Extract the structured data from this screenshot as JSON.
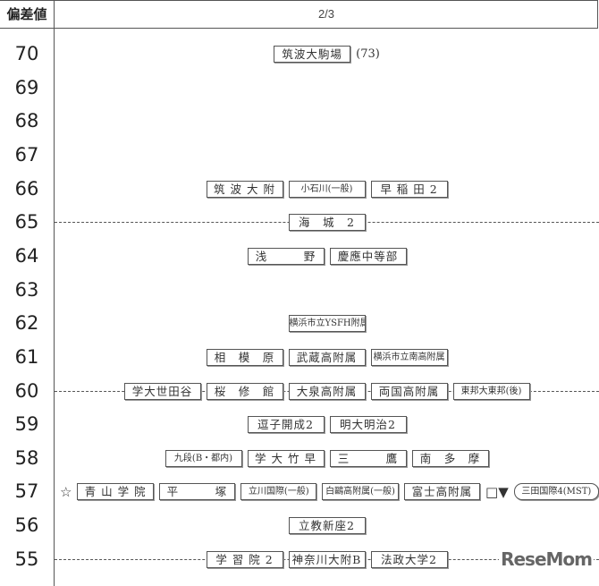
{
  "header": {
    "label": "偏差値",
    "page": "2/3"
  },
  "logo": "ReseMom",
  "rows": [
    {
      "score": "70",
      "items": [
        {
          "t": "筑波大駒場"
        }
      ],
      "suffix": "(73)"
    },
    {
      "score": "69",
      "items": []
    },
    {
      "score": "68",
      "items": []
    },
    {
      "score": "67",
      "items": []
    },
    {
      "score": "66",
      "items": [
        {
          "t": "筑 波 大 附"
        },
        {
          "t": "小石川(一般)",
          "sm": true
        },
        {
          "t": "早 稲 田 2"
        }
      ]
    },
    {
      "score": "65",
      "dashed": true,
      "items": [
        {
          "t": "海　城　2"
        }
      ]
    },
    {
      "score": "64",
      "items": [
        {
          "t": "浅　　　野"
        },
        {
          "t": "慶應中等部"
        }
      ]
    },
    {
      "score": "63",
      "items": []
    },
    {
      "score": "62",
      "items": [
        {
          "t": "横浜市立YSFH附属",
          "sm": true
        }
      ]
    },
    {
      "score": "61",
      "items": [
        {
          "t": "相　模　原"
        },
        {
          "t": "武蔵高附属"
        },
        {
          "t": "横浜市立南高附属",
          "sm": true
        }
      ]
    },
    {
      "score": "60",
      "dashed": true,
      "items": [
        {
          "t": "学大世田谷"
        },
        {
          "t": "桜　修　館"
        },
        {
          "t": "大泉高附属"
        },
        {
          "t": "両国高附属"
        },
        {
          "t": "東邦大東邦(後)",
          "sm": true
        }
      ]
    },
    {
      "score": "59",
      "items": [
        {
          "t": "逗子開成2"
        },
        {
          "t": "明大明治2"
        }
      ]
    },
    {
      "score": "58",
      "items": [
        {
          "t": "九段(B・都内)",
          "sm": true
        },
        {
          "t": "学 大 竹 早"
        },
        {
          "t": "三　　　鷹"
        },
        {
          "t": "南　多　摩"
        }
      ]
    },
    {
      "score": "57",
      "left": true,
      "prefix": "☆",
      "items": [
        {
          "t": "青 山 学 院"
        },
        {
          "t": "平　　　塚"
        },
        {
          "t": "立川国際(一般)",
          "sm": true
        },
        {
          "t": "白鷗高附属(一般)",
          "sm": true
        },
        {
          "t": "富士高附属"
        }
      ],
      "marks": "□▼",
      "pill": "三田国際4(MST)"
    },
    {
      "score": "56",
      "items": [
        {
          "t": "立教新座2"
        }
      ]
    },
    {
      "score": "55",
      "dashed": true,
      "items": [
        {
          "t": "学 習 院 2"
        },
        {
          "t": "神奈川大附B"
        },
        {
          "t": "法政大学2"
        }
      ],
      "logo": true
    }
  ]
}
